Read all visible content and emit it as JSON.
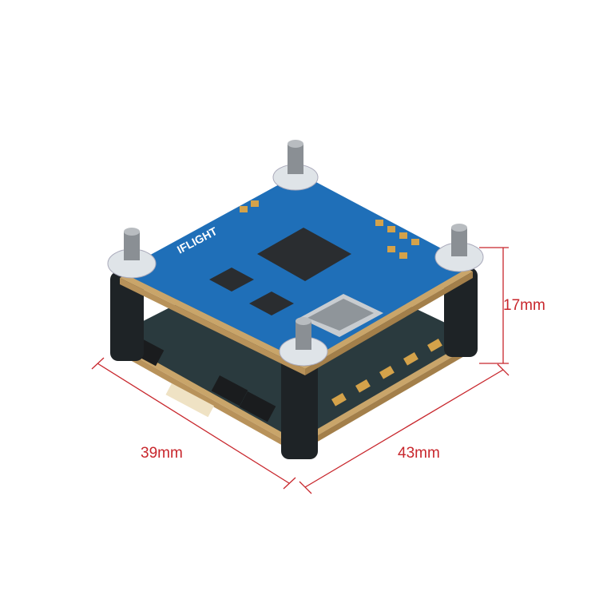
{
  "product": {
    "logo_text": "IFLIGHT",
    "board_colors": {
      "fc_board": "#1f6fb8",
      "esc_board": "#2a3a3e",
      "edge": "#c9a56a",
      "standoff": "#1e2326"
    }
  },
  "dimensions": {
    "width_label": "39mm",
    "depth_label": "43mm",
    "height_label": "17mm",
    "line_color": "#c8262c"
  }
}
